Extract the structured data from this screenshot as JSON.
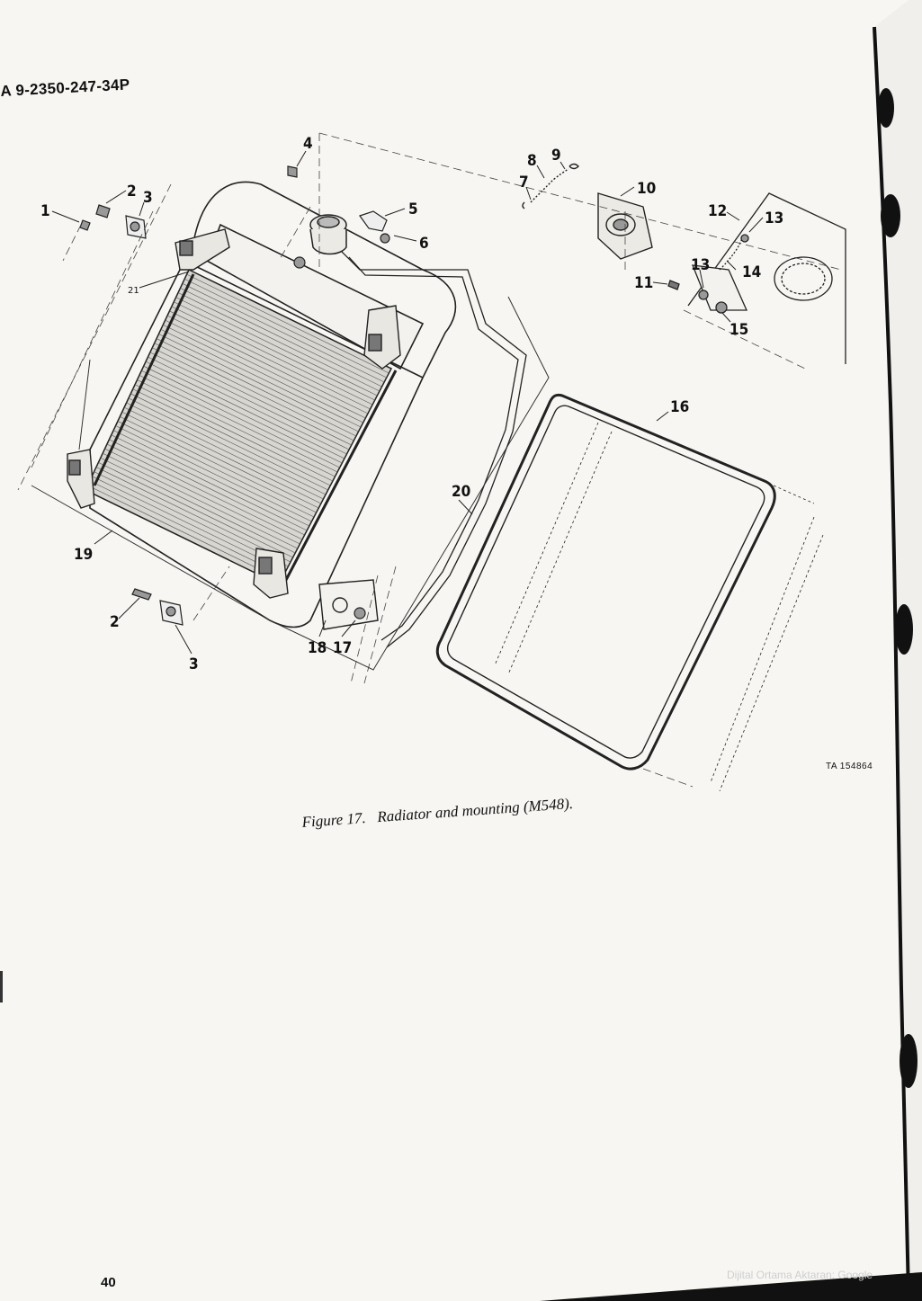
{
  "header": {
    "doc_number": "A 9-2350-247-34P"
  },
  "figure": {
    "caption": "Figure 17.   Radiator and mounting (M548).",
    "reference": "TA 154864",
    "callouts": {
      "c1": "1",
      "c2a": "2",
      "c2b": "2",
      "c3a": "3",
      "c3b": "3",
      "c4": "4",
      "c5": "5",
      "c6": "6",
      "c7": "7",
      "c8": "8",
      "c9": "9",
      "c10": "10",
      "c11": "11",
      "c12": "12",
      "c13a": "13",
      "c13b": "13",
      "c14": "14",
      "c15": "15",
      "c16": "16",
      "c17": "17",
      "c18": "18",
      "c19": "19",
      "c20": "20",
      "c21": "21"
    }
  },
  "footer": {
    "page_number": "40",
    "watermark": "Dijital Ortama Aktaran: Google"
  }
}
